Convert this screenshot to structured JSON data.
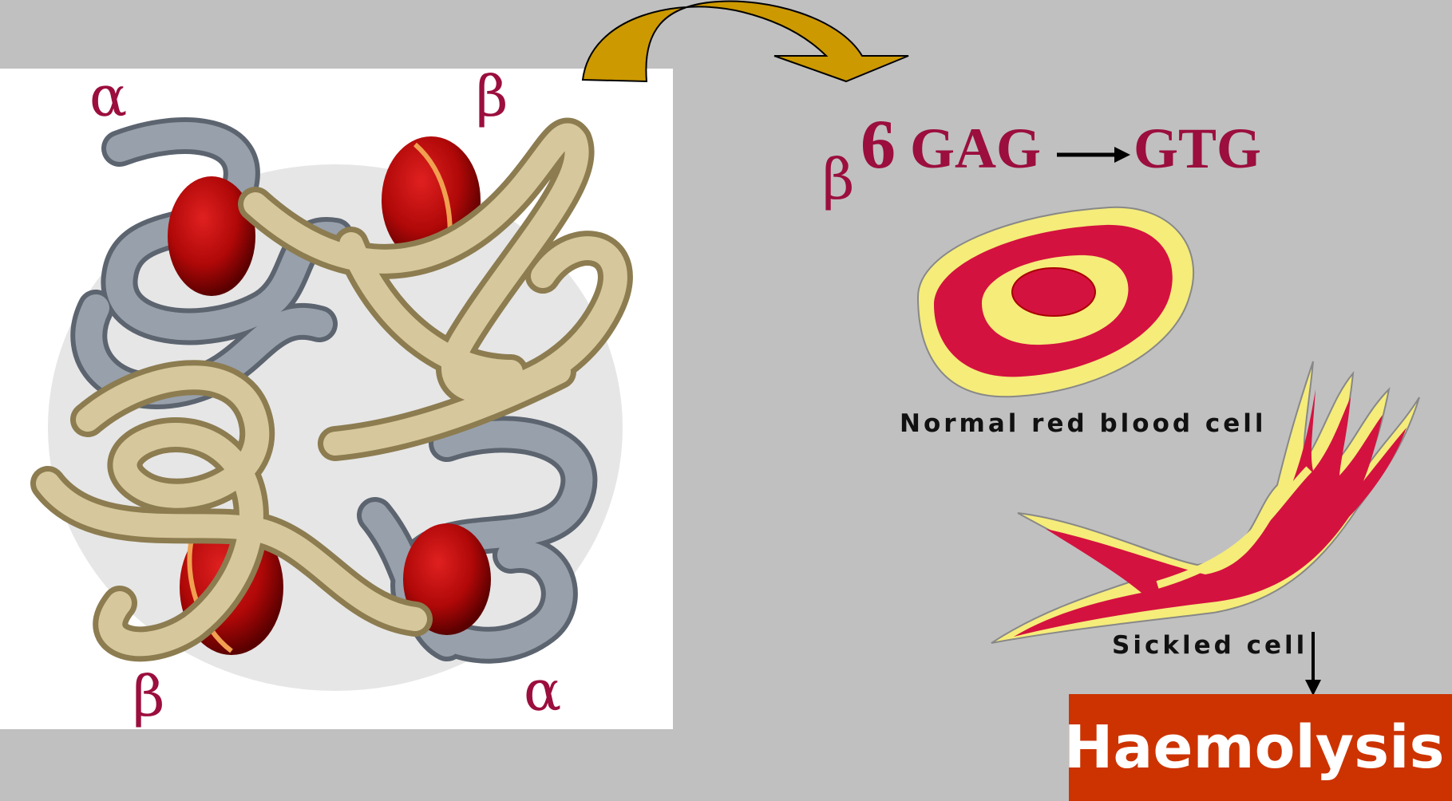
{
  "hemoglobin": {
    "label_top_left": "α",
    "label_top_right": "β",
    "label_bottom_left": "β",
    "label_bottom_right": "α"
  },
  "mutation": {
    "chain": "β",
    "position": "6",
    "from_codon": "GAG",
    "to_codon": "GTG"
  },
  "cells": {
    "normal_label": "Normal red blood cell",
    "sickled_label": "Sickled cell"
  },
  "outcome": {
    "label": "Haemolysis"
  },
  "colors": {
    "background": "#c0c0c0",
    "label_crimson": "#9b0e3e",
    "outcome_box": "#cc3300",
    "gold_arrow": "#cc9900",
    "cell_red": "#d4123f",
    "cell_yellow": "#f5ec7a"
  }
}
